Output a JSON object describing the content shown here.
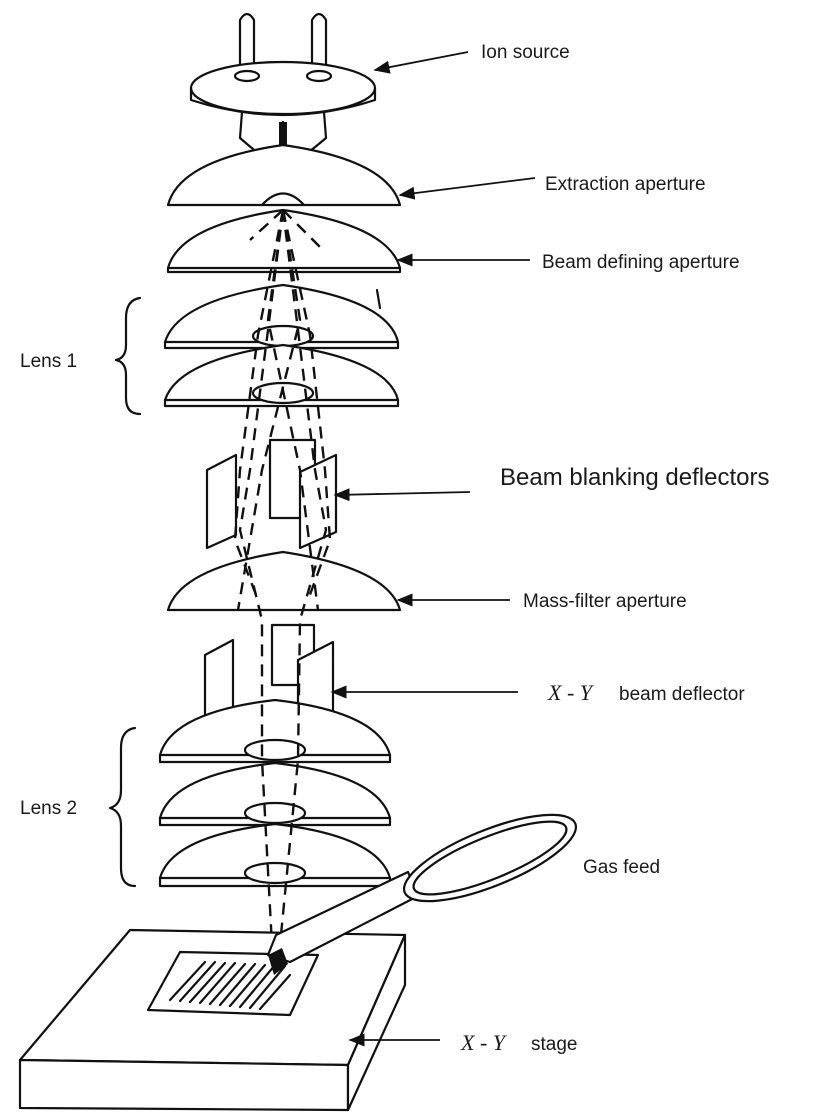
{
  "labels": {
    "ion_source": "Ion source",
    "extraction_aperture": "Extraction aperture",
    "beam_defining_aperture": "Beam defining aperture",
    "lens1": "Lens 1",
    "beam_blanking_deflectors": "Beam blanking deflectors",
    "mass_filter_aperture": "Mass-filter aperture",
    "xy_beam_deflector_xy": "X - Y",
    "xy_beam_deflector_rest": "beam deflector",
    "lens2": "Lens 2",
    "gas_feed": "Gas feed",
    "xy_stage_xy": "X - Y",
    "xy_stage_rest": "stage"
  }
}
